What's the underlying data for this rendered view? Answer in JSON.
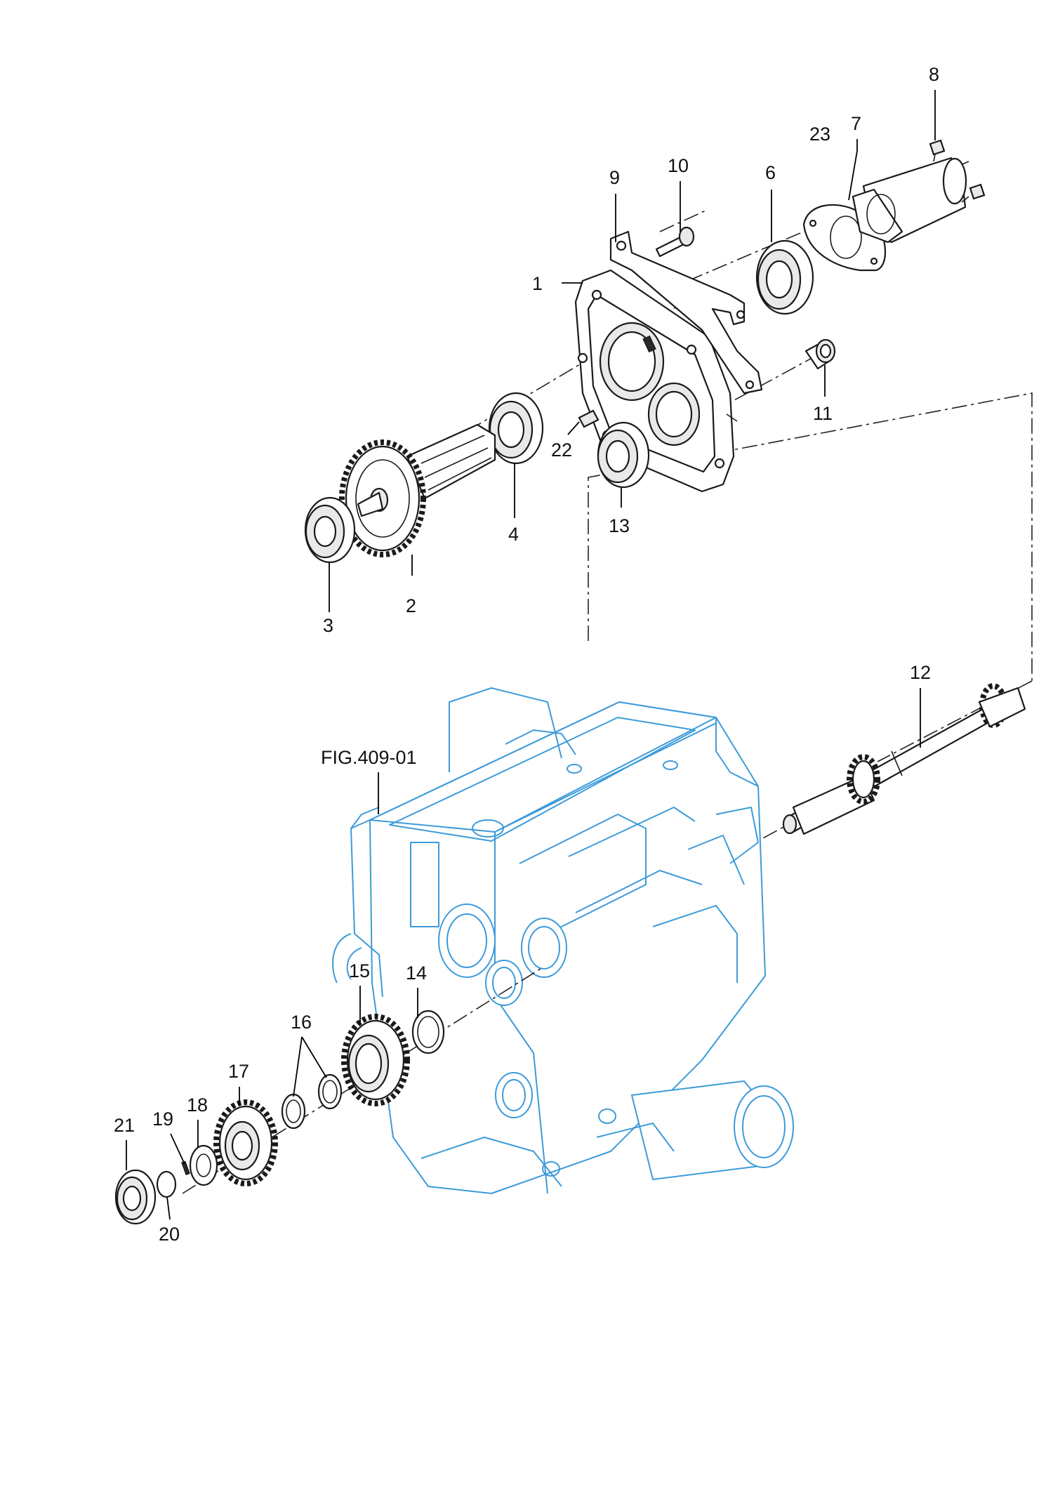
{
  "figure_reference": "FIG.409-01",
  "callouts": [
    {
      "id": "1",
      "text": "1"
    },
    {
      "id": "2",
      "text": "2"
    },
    {
      "id": "3",
      "text": "3"
    },
    {
      "id": "4",
      "text": "4"
    },
    {
      "id": "6",
      "text": "6"
    },
    {
      "id": "7",
      "text": "7"
    },
    {
      "id": "8",
      "text": "8"
    },
    {
      "id": "9",
      "text": "9"
    },
    {
      "id": "10",
      "text": "10"
    },
    {
      "id": "11",
      "text": "11"
    },
    {
      "id": "12",
      "text": "12"
    },
    {
      "id": "13",
      "text": "13"
    },
    {
      "id": "14",
      "text": "14"
    },
    {
      "id": "15",
      "text": "15"
    },
    {
      "id": "16",
      "text": "16"
    },
    {
      "id": "17",
      "text": "17"
    },
    {
      "id": "18",
      "text": "18"
    },
    {
      "id": "19",
      "text": "19"
    },
    {
      "id": "20",
      "text": "20"
    },
    {
      "id": "21",
      "text": "21"
    },
    {
      "id": "22",
      "text": "22"
    },
    {
      "id": "23",
      "text": "23"
    }
  ],
  "colors": {
    "part_line": "#1a1a1a",
    "reference_housing": "#3d9bd9",
    "background": "#ffffff"
  }
}
